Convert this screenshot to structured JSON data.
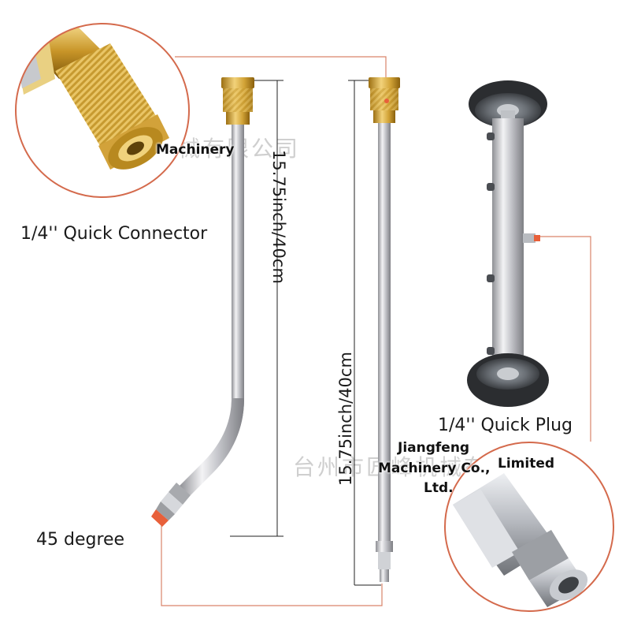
{
  "labels": {
    "quick_connector": "1/4'' Quick Connector",
    "quick_plug": "1/4'' Quick Plug",
    "angle": "45 degree",
    "length_1": "15.75inch/40cm",
    "length_2": "15.75inch/40cm"
  },
  "watermarks": {
    "chinese_top": "台州市匠峰机械有限公司",
    "chinese_mid": "台州市匠峰机械有限公司",
    "top_text": "Machinery",
    "mid_line1": "Jiangfeng",
    "mid_line2": "Machinery Co.,",
    "mid_line3": "Ltd.",
    "mid_right": "Limited"
  },
  "colors": {
    "accent_line": "#d9846a",
    "circle_border": "#d46a4c",
    "brass": "#d4a93a",
    "steel": "#c9c9cd",
    "nozzle_tip": "#e8603a"
  },
  "icons": {
    "connector_zoom": "brass-quick-connector-photo",
    "plug_zoom": "steel-quick-plug-photo",
    "bent_wand": "bent-wand-photo",
    "straight_wand": "straight-wand-photo",
    "surface_cleaner": "wheeled-surface-cleaner-photo"
  }
}
